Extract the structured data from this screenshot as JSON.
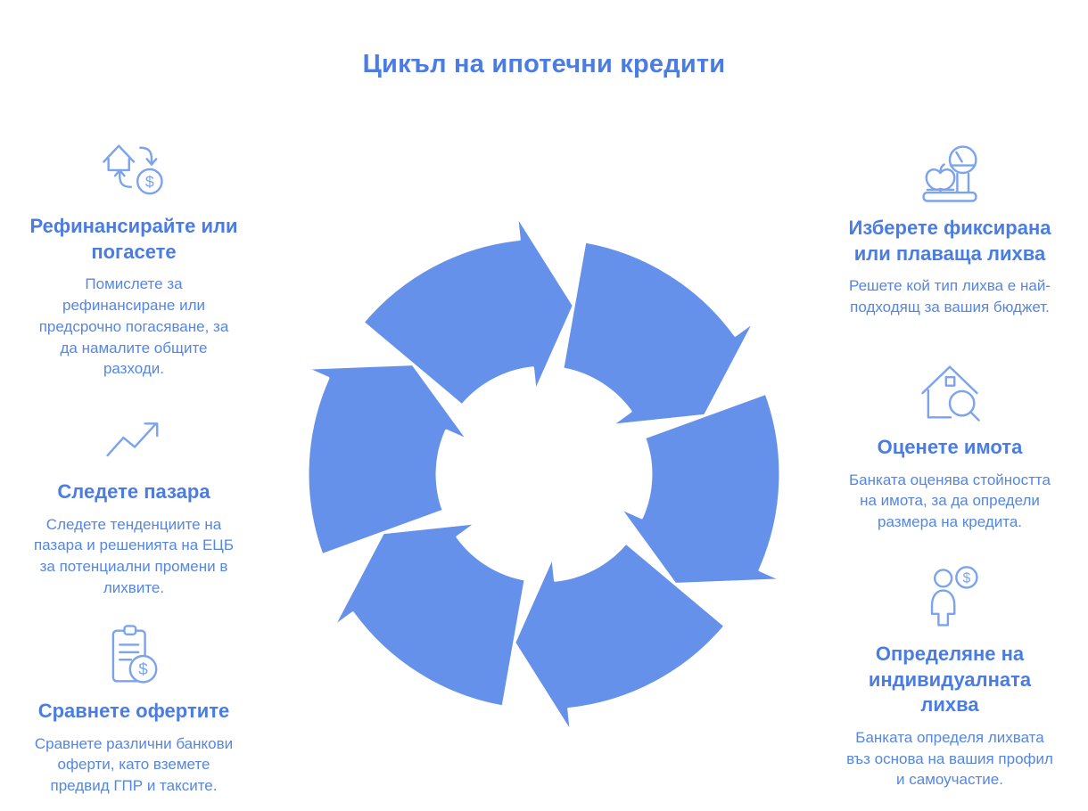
{
  "page": {
    "title": "Цикъл на ипотечни кредити"
  },
  "colors": {
    "heading_blue": "#4a7ce4",
    "body_text_blue": "#5586e2",
    "cycle_arrow_fill": "#6591ea",
    "icon_stroke_blue": "#7ca3ee",
    "background": "#ffffff"
  },
  "cycle_graphic": {
    "name": "circular-cycle-of-six-arrows",
    "direction": "clockwise",
    "segments": 6
  },
  "left_steps": [
    {
      "icon": "house-money-exchange-icon",
      "title": "Рефинансирайте или\nпогасете",
      "body": "Помислете за\nрефинансиране или\nпредсрочно погасяване, за\nда намалите общите\nразходи."
    },
    {
      "icon": "market-trend-icon",
      "title": "Следете пазара",
      "body": "Следете тенденциите на\nпазара и решенията на ЕЦБ\nза потенциални промени в\nлихвите."
    },
    {
      "icon": "clipboard-dollar-icon",
      "title": "Сравнете офертите",
      "body": "Сравнете различни банкови\nоферти, като вземете\nпредвид ГПР и таксите."
    }
  ],
  "right_steps": [
    {
      "icon": "scale-with-apple-icon",
      "title": "Изберете фиксирана\nили плаваща лихва",
      "body": "Решете кой тип лихва е най-\nподходящ за вашия бюджет."
    },
    {
      "icon": "house-search-icon",
      "title": "Оценете имота",
      "body": "Банката оценява стойността\nна имота, за да определи\nразмера на кредита."
    },
    {
      "icon": "person-dollar-icon",
      "title": "Определяне на\nиндивидуалната\nлихва",
      "body": "Банката определя лихвата\nвъз основа на вашия профил\nи самоучастие."
    }
  ]
}
